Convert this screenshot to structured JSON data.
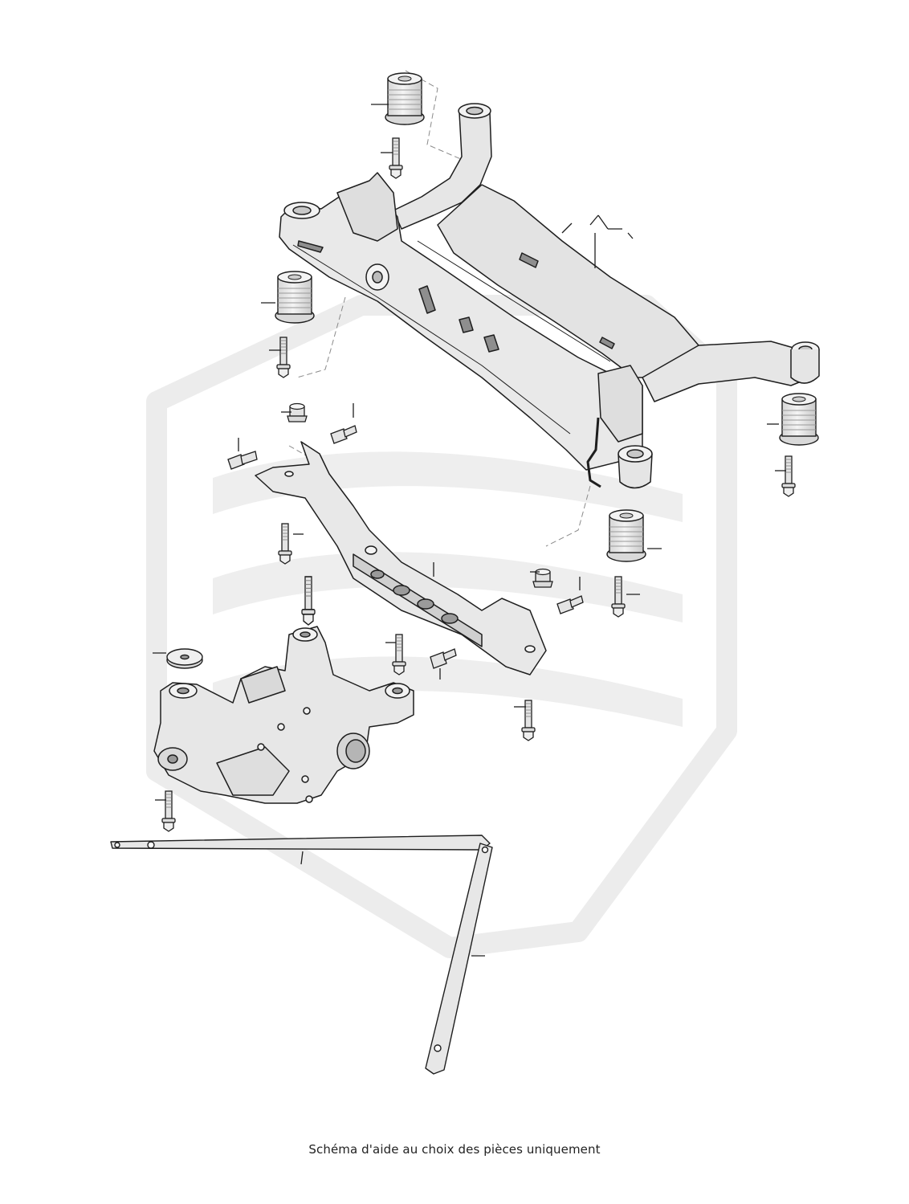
{
  "caption": "Schéma d'aide au choix des pièces uniquement",
  "colors": {
    "line": "#1e1e1e",
    "part_fill": "#e9e9e9",
    "part_shade": "#cfcfcf",
    "watermark": "#ececec"
  },
  "watermark": {
    "description_icon": "brand-shield-watermark"
  },
  "parts": [
    "subframe-crossmember",
    "subframe-bushing-rear-left",
    "subframe-bushing-front-left",
    "subframe-bushing-rear-right",
    "subframe-bushing-front-right",
    "differential-carrier-bracket",
    "rear-differential",
    "tie-bar-left",
    "tie-bar-right",
    "mount-washer",
    "bolts"
  ]
}
